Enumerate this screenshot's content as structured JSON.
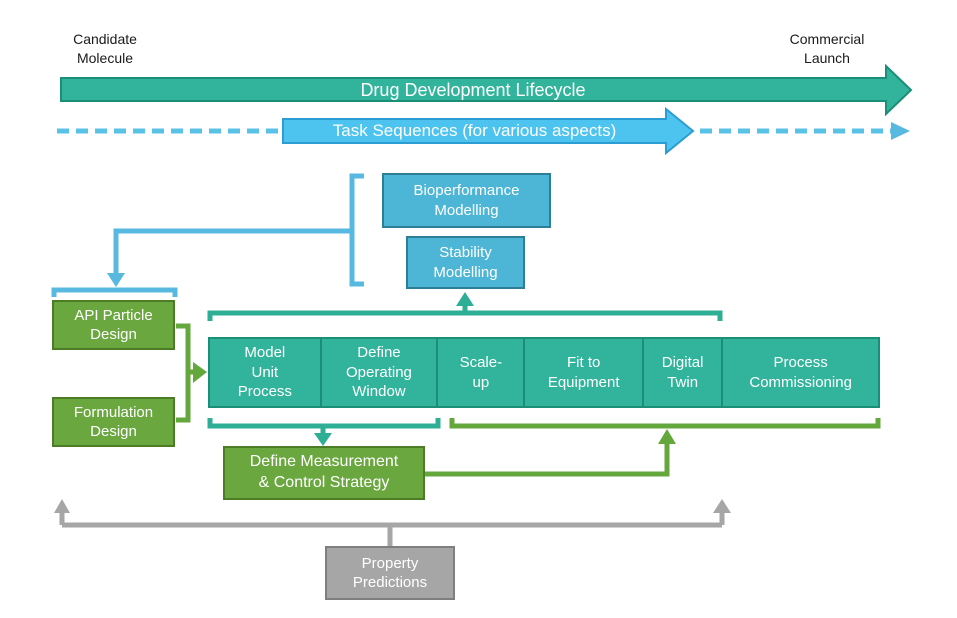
{
  "endpoints": {
    "start": "Candidate\nMolecule",
    "end": "Commercial\nLaunch"
  },
  "timeline": {
    "lifecycle_arrow_label": "Drug Development Lifecycle",
    "task_arrow_label": "Task Sequences (for various aspects)"
  },
  "modelling_boxes": {
    "bioperformance": "Bioperformance\nModelling",
    "stability": "Stability\nModelling"
  },
  "design_boxes": {
    "api_particle": "API Particle\nDesign",
    "formulation": "Formulation\nDesign"
  },
  "process_row": [
    "Model\nUnit\nProcess",
    "Define\nOperating\nWindow",
    "Scale-\nup",
    "Fit to\nEquipment",
    "Digital\nTwin",
    "Process\nCommissioning"
  ],
  "strategy_box": "Define Measurement\n& Control Strategy",
  "property_box": "Property\nPredictions",
  "colors": {
    "teal-fill": "#31b49b",
    "teal-border": "#1a8e77",
    "teal-line": "#2fae96",
    "blue-fill": "#4db5d5",
    "blue-border": "#2d7f98",
    "blue-line": "#57b8e0",
    "sky-fill": "#4dc3f0",
    "sky-border": "#2c9dd3",
    "dash": "#5bc2e7",
    "green-fill": "#6aa73f",
    "green-border": "#4c7d26",
    "green-line": "#64a73d",
    "gray-fill": "#a6a6a6",
    "gray-border": "#7f7f7f",
    "gray-line": "#a6a6a6"
  }
}
